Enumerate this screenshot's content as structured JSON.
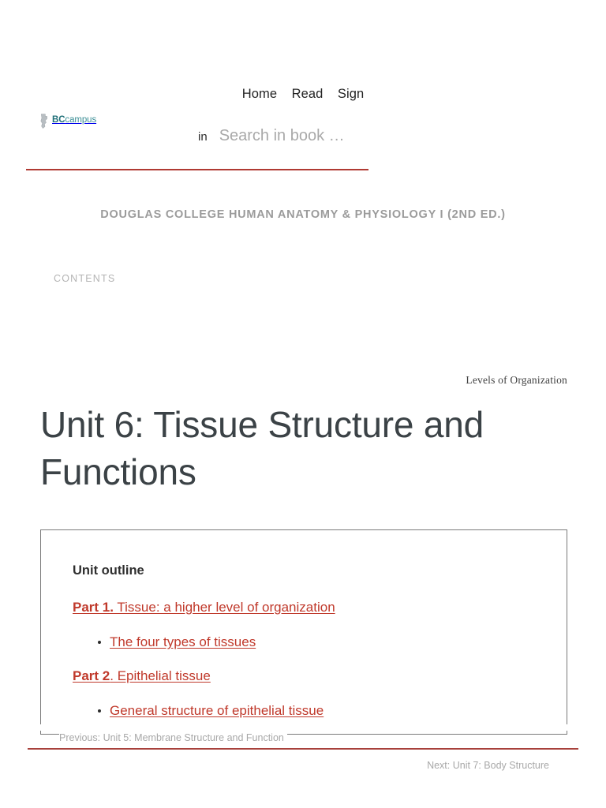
{
  "header": {
    "nav": [
      {
        "label": "Home",
        "name": "nav-home"
      },
      {
        "label": "Read",
        "name": "nav-read"
      },
      {
        "label": "Sign",
        "name": "nav-sign"
      }
    ],
    "logo": {
      "bc": "BC",
      "campus": "campus",
      "alt": "BCcampus"
    },
    "search": {
      "prefix": "in",
      "placeholder": "Search in book …",
      "value": ""
    }
  },
  "book": {
    "title": "DOUGLAS COLLEGE HUMAN ANATOMY & PHYSIOLOGY I (2ND ED.)",
    "contents_label": "CONTENTS"
  },
  "main": {
    "eyebrow": "Levels of Organization",
    "title": "Unit 6: Tissue Structure and Functions",
    "outline": {
      "heading": "Unit outline",
      "parts": [
        {
          "lead": "Part 1.",
          "rest": " Tissue: a higher level of organization",
          "items": [
            "The four types of tissues"
          ]
        },
        {
          "lead": "Part 2",
          "rest": ". Epithelial tissue",
          "items": [
            "General structure of epithelial tissue"
          ]
        }
      ]
    }
  },
  "footer": {
    "previous": "Previous: Unit 5: Membrane Structure and Function",
    "next": "Next: Unit 7: Body Structure"
  },
  "colors": {
    "accent_red": "#c0392b",
    "rule_red": "#a8413c",
    "title_gray": "#3b4246",
    "muted_gray": "#a8a8a8",
    "logo_teal": "#3b8e96"
  }
}
